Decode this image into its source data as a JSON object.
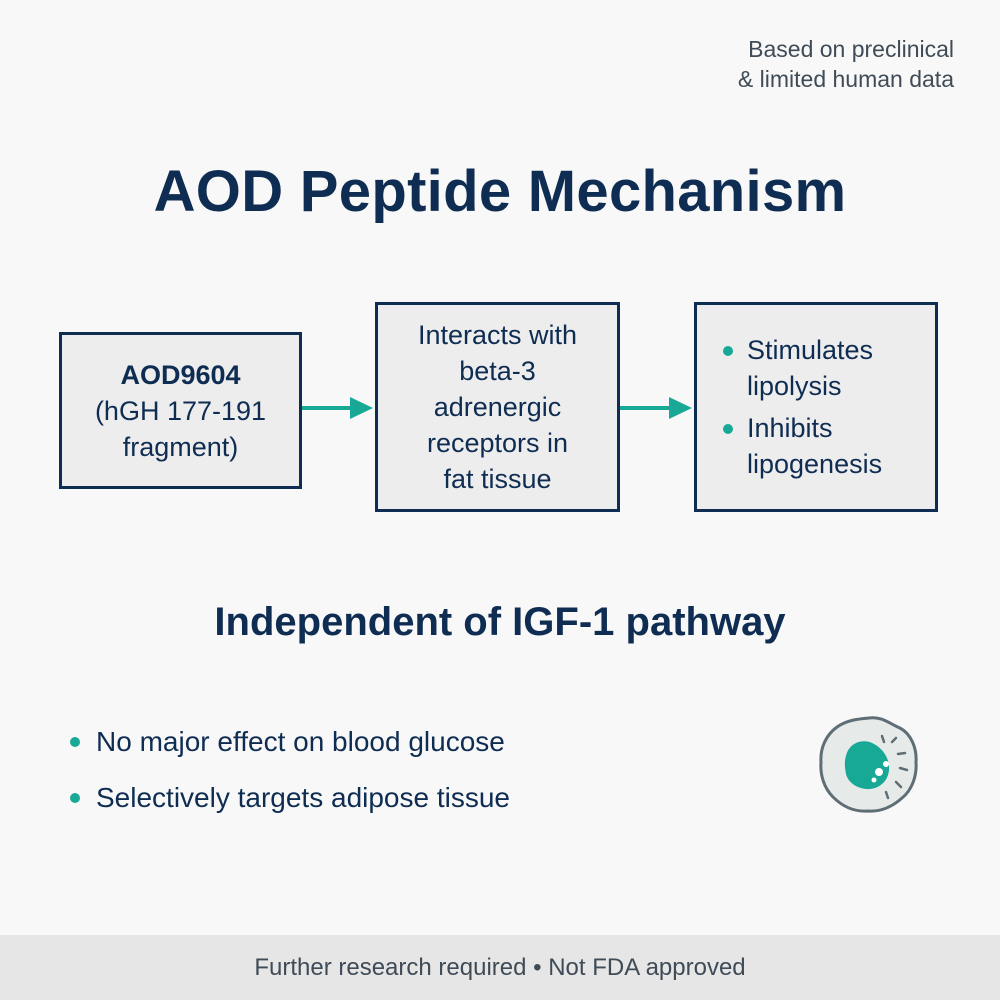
{
  "note": {
    "line1": "Based on preclinical",
    "line2": "& limited human data"
  },
  "title": "AOD Peptide Mechanism",
  "flow": {
    "step1": {
      "line1": "AOD9604",
      "line2": "(hGH 177-191",
      "line3": "fragment)"
    },
    "step2": {
      "line1": "Interacts with",
      "line2": "beta-3",
      "line3": "adrenergic",
      "line4": "receptors in",
      "line5": "fat tissue"
    },
    "step3": {
      "items": [
        "Stimulates lipolysis",
        "Inhibits lipogenesis"
      ]
    }
  },
  "subtitle": "Independent of IGF-1 pathway",
  "facts": [
    "No major effect on blood glucose",
    "Selectively targets adipose tissue"
  ],
  "footer": "Further research required • Not FDA approved",
  "colors": {
    "navy": "#0f2d52",
    "teal": "#18a996",
    "box_fill": "#ededed",
    "footer_bg": "#e6e6e6"
  },
  "icons": {
    "arrow": "arrow-right-icon",
    "bullet": "bullet-dot-icon",
    "cell": "fat-cell-icon"
  }
}
